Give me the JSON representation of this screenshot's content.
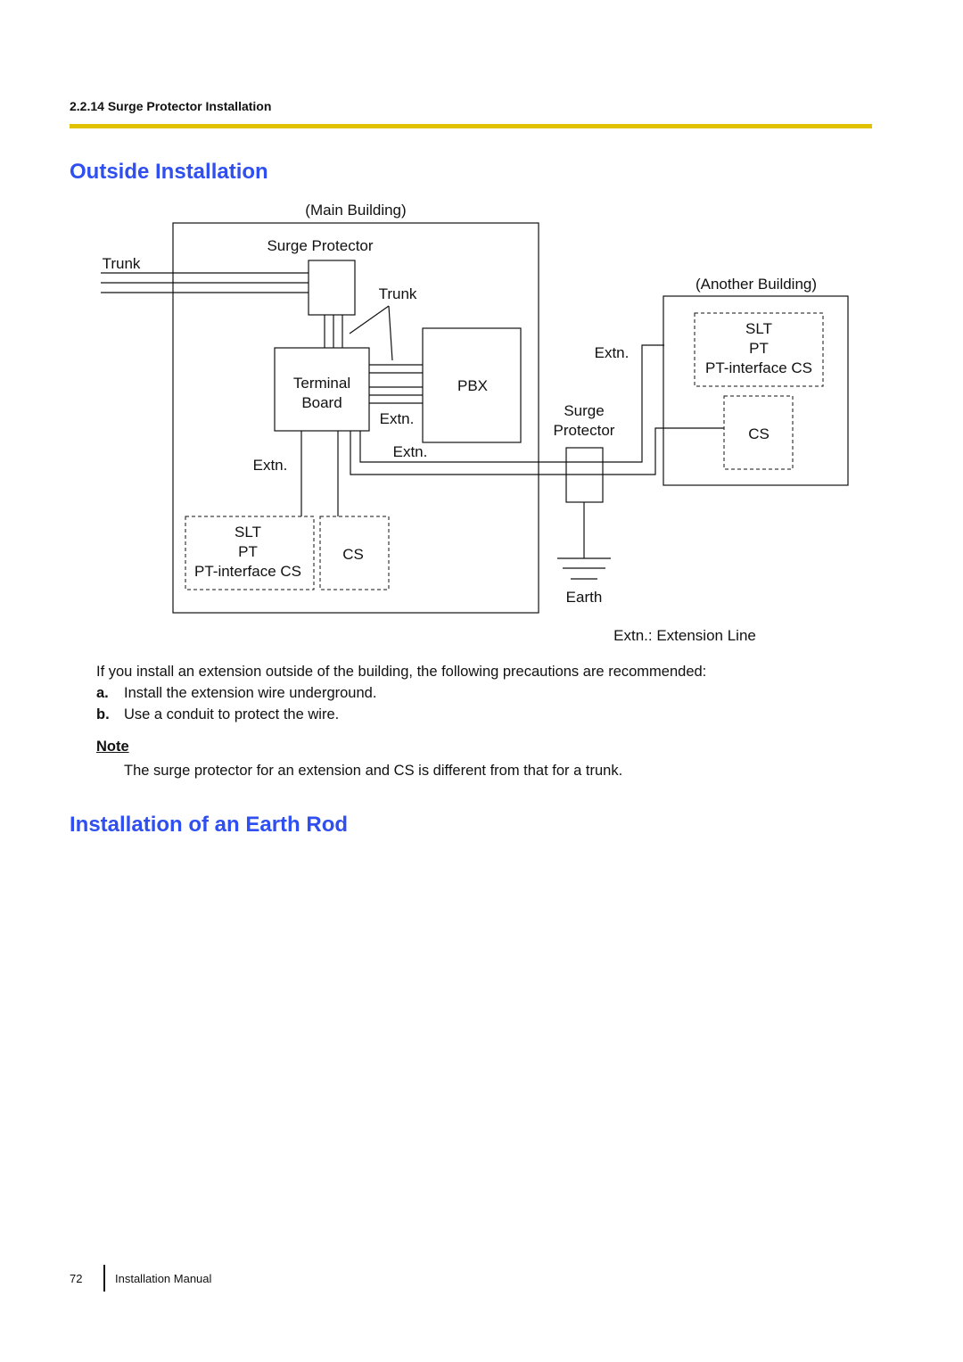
{
  "header": {
    "section": "2.2.14 Surge Protector Installation",
    "accent_color": "#e0c200"
  },
  "headings": {
    "outside": "Outside Installation",
    "earth_rod": "Installation of an Earth Rod",
    "heading_color": "#2f4ff0"
  },
  "diagram": {
    "main_building": "(Main Building)",
    "surge_protector_top": "Surge Protector",
    "trunk_left": "Trunk",
    "trunk_mid": "Trunk",
    "another_building": "(Another Building)",
    "terminal_board_line1": "Terminal",
    "terminal_board_line2": "Board",
    "pbx": "PBX",
    "extn_a": "Extn.",
    "extn_b": "Extn.",
    "extn_c": "Extn.",
    "extn_d": "Extn.",
    "slt": "SLT",
    "pt": "PT",
    "pt_interface_cs": "PT-interface CS",
    "cs": "CS",
    "slt_remote": "SLT",
    "pt_remote": "PT",
    "pt_interface_cs_remote": "PT-interface CS",
    "cs_remote": "CS",
    "surge_line1": "Surge",
    "surge_line2": "Protector",
    "earth": "Earth",
    "legend": "Extn.: Extension Line"
  },
  "body": {
    "intro": "If you install an extension outside of the building, the following precautions are recommended:",
    "items": [
      {
        "marker": "a.",
        "text": "Install the extension wire underground."
      },
      {
        "marker": "b.",
        "text": "Use a conduit to protect the wire."
      }
    ],
    "note_label": "Note",
    "note_text": "The surge protector for an extension and CS is different from that for a trunk."
  },
  "footer": {
    "page_number": "72",
    "title": "Installation Manual"
  }
}
